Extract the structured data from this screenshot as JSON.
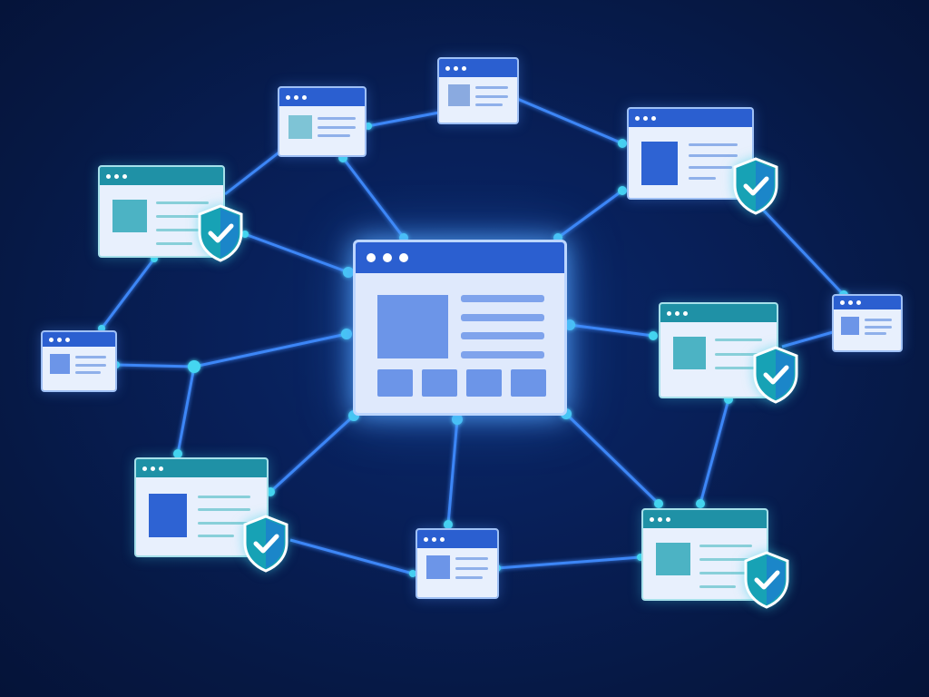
{
  "diagram": {
    "type": "network",
    "hub": "main-window",
    "colors": {
      "background": "#061843",
      "link": "#3f8cff",
      "link_glow": "#1d5cff",
      "node_dot": "#45d6f0",
      "window_blue_bar": "#2b5fd0",
      "window_teal_bar": "#1f91a6",
      "shield_teal": "#17a2b5",
      "shield_blue": "#1f6fd8",
      "check": "#ffffff"
    },
    "icons": {
      "window": "browser-window-icon",
      "shield": "shield-check-icon"
    },
    "nodes": [
      {
        "id": "main-window",
        "style": "main",
        "shield": false
      },
      {
        "id": "window-top-left",
        "style": "blue",
        "shield": false
      },
      {
        "id": "window-top-center",
        "style": "blue",
        "shield": false
      },
      {
        "id": "window-top-right",
        "style": "blue",
        "shield": true
      },
      {
        "id": "window-left-upper",
        "style": "teal",
        "shield": true
      },
      {
        "id": "window-left-small",
        "style": "blue",
        "shield": false
      },
      {
        "id": "window-far-right",
        "style": "blue",
        "shield": false
      },
      {
        "id": "window-right-middle",
        "style": "teal",
        "shield": true
      },
      {
        "id": "window-bottom-left",
        "style": "teal",
        "shield": true
      },
      {
        "id": "window-bottom-center",
        "style": "blue",
        "shield": false
      },
      {
        "id": "window-bottom-right",
        "style": "teal",
        "shield": true
      }
    ],
    "edge_count": 16
  }
}
